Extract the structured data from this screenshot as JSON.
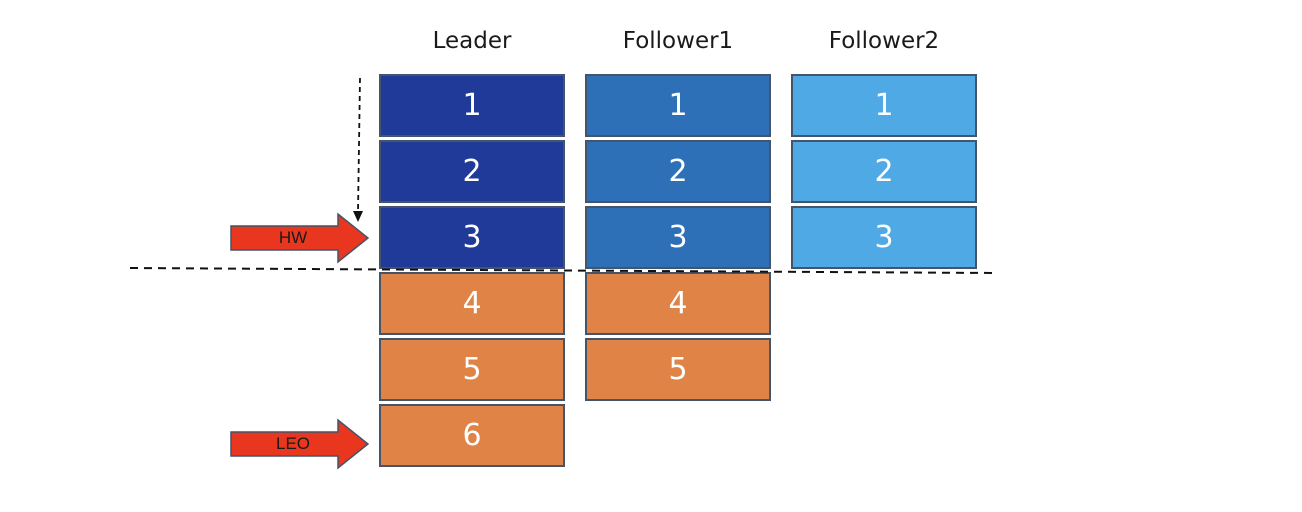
{
  "columns": [
    {
      "title": "Leader",
      "cells": [
        "1",
        "2",
        "3",
        "4",
        "5",
        "6"
      ]
    },
    {
      "title": "Follower1",
      "cells": [
        "1",
        "2",
        "3",
        "4",
        "5"
      ]
    },
    {
      "title": "Follower2",
      "cells": [
        "1",
        "2",
        "3"
      ]
    }
  ],
  "pointers": {
    "hw_label": "HW",
    "leo_label": "LEO"
  },
  "colors": {
    "leader_committed": "#203a9a",
    "follower1_committed": "#2e70b8",
    "follower2_committed": "#4ea9e4",
    "uncommitted": "#e08346",
    "pointer_arrow": "#e8361f",
    "cell_border": "#44546a"
  }
}
